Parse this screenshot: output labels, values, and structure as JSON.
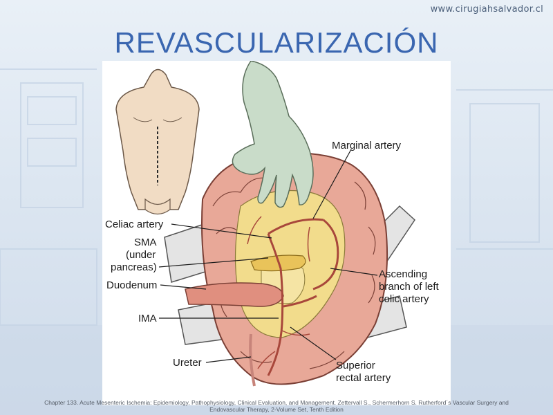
{
  "header": {
    "site_url": "www.cirugiahsalvador.cl",
    "title": "REVASCULARIZACIÓN"
  },
  "figure": {
    "labels": {
      "marginal_artery": "Marginal artery",
      "celiac_artery": "Celiac artery",
      "sma_line1": "SMA",
      "sma_line2": "(under",
      "sma_line3": "pancreas)",
      "duodenum": "Duodenum",
      "ascending_line1": "Ascending",
      "ascending_line2": "branch of left",
      "ascending_line3": "colic artery",
      "ima": "IMA",
      "ureter": "Ureter",
      "superior_line1": "Superior",
      "superior_line2": "rectal artery"
    }
  },
  "footer": {
    "caption_line1": "Chapter 133. Acute Mesenteric Ischemia: Epidemiology, Pathophysiology, Clinical Evaluation, and Management. Zettervall S., Schermerhorn S. Rutherford´s Vascular Surgery and",
    "caption_line2": "Endovascular Therapy, 2-Volume Set, Tenth Edition"
  },
  "colors": {
    "title": "#3a66b0",
    "bowel": "#e8a898",
    "fat": "#f2dc8c",
    "artery": "#a8473b",
    "glove": "#c9dcc9",
    "skin": "#f1dcc4"
  }
}
